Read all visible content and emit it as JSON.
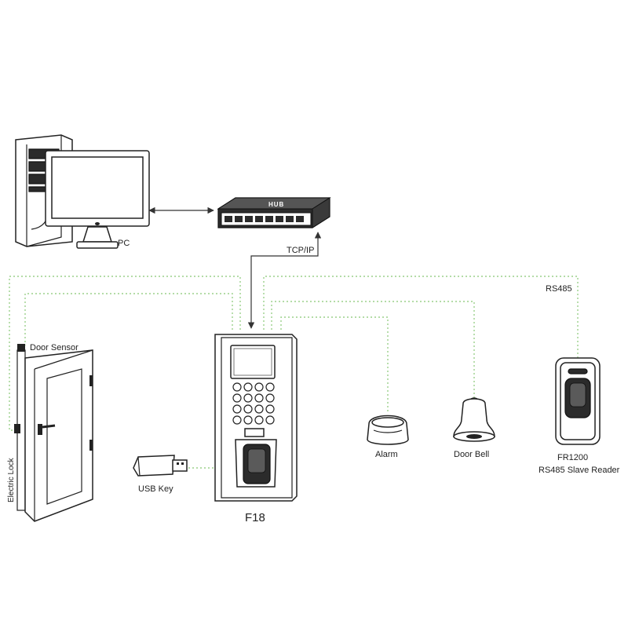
{
  "labels": {
    "pc": "PC",
    "hub": "HUB",
    "tcpip": "TCP/IP",
    "rs485": "RS485",
    "door_sensor": "Door Sensor",
    "electric_lock": "Electric Lock",
    "usb_key": "USB Key",
    "device": "F18",
    "alarm": "Alarm",
    "door_bell": "Door Bell",
    "slave_reader_model": "FR1200",
    "slave_reader_desc": "RS485 Slave Reader"
  },
  "colors": {
    "wire_green": "#9bd08a",
    "line": "#222222",
    "device_dark": "#2b2b2b"
  }
}
